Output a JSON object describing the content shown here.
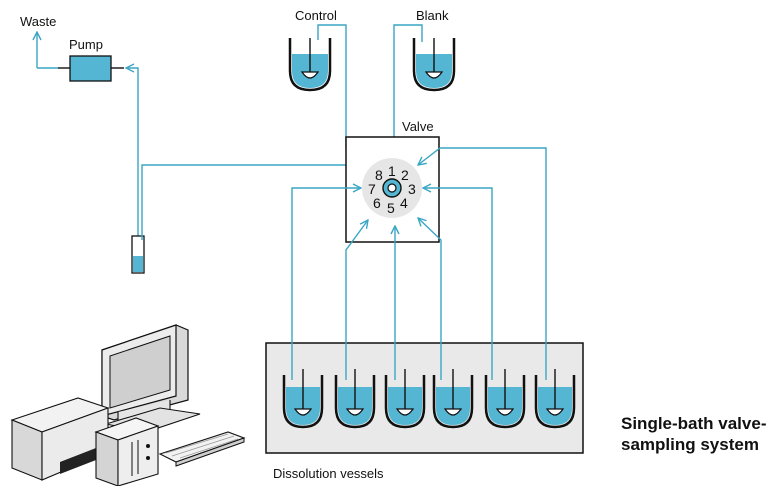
{
  "labels": {
    "waste": "Waste",
    "pump": "Pump",
    "control": "Control",
    "blank": "Blank",
    "valve": "Valve",
    "vessels": "Dissolution vessels",
    "caption_line1": "Single-bath valve-",
    "caption_line2": "sampling system"
  },
  "valve_ports": [
    "1",
    "2",
    "3",
    "4",
    "5",
    "6",
    "7",
    "8"
  ],
  "colors": {
    "tubing": "#3aa6c4",
    "liquid": "#55b6d3",
    "outline": "#111111",
    "bath": "#e9e9e9"
  },
  "icons": {
    "pump": "pump-icon",
    "vial": "flow-cell-icon",
    "computer": "computer-workstation-icon",
    "vessel": "dissolution-vessel-icon"
  }
}
